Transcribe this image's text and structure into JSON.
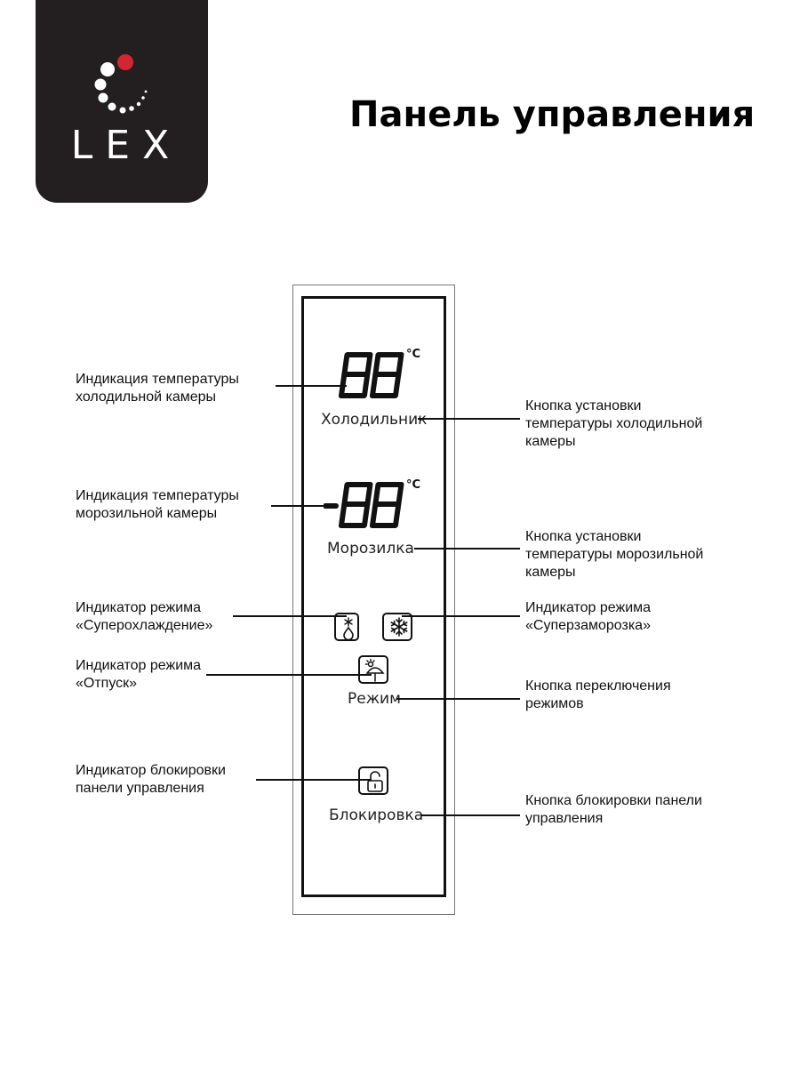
{
  "header": {
    "brand": "LEX",
    "title": "Панель управления"
  },
  "panel": {
    "fridge_display": "88",
    "freezer_display": "-88",
    "degree_unit": "°C",
    "fridge_button": "Холодильник",
    "freezer_button": "Морозилка",
    "mode_button": "Режим",
    "lock_button": "Блокировка"
  },
  "callouts": {
    "left": [
      {
        "line1": "Индикация температуры",
        "line2": "холодильной камеры"
      },
      {
        "line1": "Индикация температуры",
        "line2": "морозильной камеры"
      },
      {
        "line1": "Индикатор режима",
        "line2": "«Суперохлаждение»"
      },
      {
        "line1": "Индикатор режима",
        "line2": "«Отпуск»"
      },
      {
        "line1": "Индикатор блокировки",
        "line2": "панели управления"
      }
    ],
    "right": [
      {
        "line1": "Кнопка установки",
        "line2": "температуры холодильной",
        "line3": "камеры"
      },
      {
        "line1": "Кнопка установки",
        "line2": "температуры морозильной",
        "line3": "камеры"
      },
      {
        "line1": "Индикатор режима",
        "line2": "«Суперзаморозка»"
      },
      {
        "line1": "Кнопка переключения",
        "line2": "режимов"
      },
      {
        "line1": "Кнопка блокировки панели",
        "line2": "управления"
      }
    ]
  },
  "icons": [
    "logo-dots-icon",
    "super-cool-icon",
    "super-freeze-icon",
    "vacation-icon",
    "lock-icon"
  ]
}
